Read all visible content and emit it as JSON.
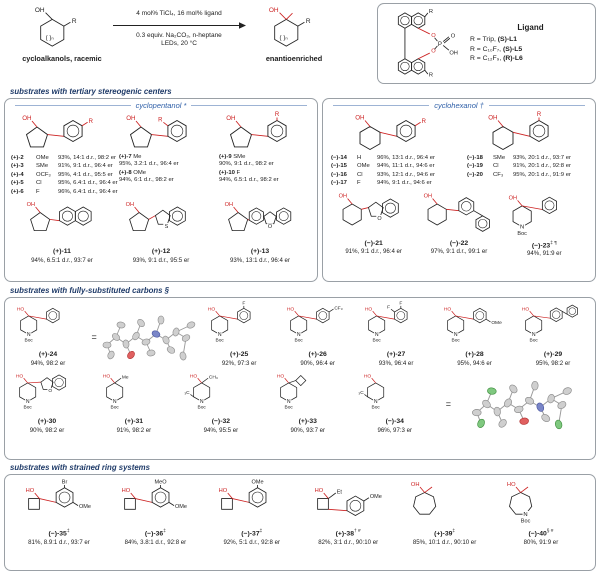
{
  "scheme": {
    "substrate_caption": "cycloalkanols, racemic",
    "product_caption": "enantioenriched",
    "conditions_above": "4 mol% TiCl₄, 16 mol% ligand",
    "conditions_below_1": "0.3 equiv. Na₂CO₃, n-heptane",
    "conditions_below_2": "LEDs, 20 °C",
    "substrate_labels": {
      "oh": "OH",
      "r": "R",
      "n": "( )ₙ"
    },
    "product_labels": {
      "oh": "OH",
      "r": "R",
      "n": "( )ₙ"
    },
    "ligand": {
      "title": "Ligand",
      "atom_labels": {
        "o1": "O",
        "o2": "O",
        "p": "P",
        "dbo": "O",
        "oh": "OH",
        "r_top": "R",
        "r_bottom": "R"
      },
      "entries": [
        {
          "pre": "R = Trip,",
          "name": "(S)-L1"
        },
        {
          "pre": "R = C₁₀F₇,",
          "name": "(S)-L5"
        },
        {
          "pre": "R = C₁₂F₉,",
          "name": "(R)-L6"
        }
      ]
    }
  },
  "section1": {
    "title": "substrates with tertiary stereogenic centers",
    "box_a": {
      "header": "cyclopentanol *",
      "group1": {
        "mol": {
          "ring": 5,
          "oh": "OH",
          "aryl": {
            "subs": [
              {
                "t": "R",
                "p": "r",
                "red": true
              }
            ]
          }
        },
        "entries": [
          {
            "label": "(+)-2",
            "sub": "OMe",
            "result": "93%, 14:1 d.r., 98:2 er"
          },
          {
            "label": "(+)-3",
            "sub": "SMe",
            "result": "91%, 9:1 d.r., 96:4 er"
          },
          {
            "label": "(+)-4",
            "sub": "OCF₃",
            "result": "95%, 4:1 d.r., 95:5 er"
          },
          {
            "label": "(+)-5",
            "sub": "Cl",
            "result": "95%, 6.4:1 d.r., 96:4 er"
          },
          {
            "label": "(+)-6",
            "sub": "F",
            "result": "96%, 6.4:1 d.r., 96:4 er"
          }
        ]
      },
      "group2": {
        "mol": {
          "ring": 5,
          "oh": "OH",
          "aryl": {
            "subs": [
              {
                "t": "R",
                "p": "tl",
                "red": true
              }
            ]
          }
        },
        "entries": [
          {
            "label": "(+)-7",
            "sub": "Me",
            "result": "95%, 3.2:1 d.r., 96:4 er"
          },
          {
            "label": "(+)-8",
            "sub": "OMe",
            "result": "94%, 6:1 d.r., 98:2 er"
          }
        ]
      },
      "group3": {
        "mol": {
          "ring": 5,
          "oh": "OH",
          "aryl": {
            "subs": [
              {
                "t": "R",
                "p": "t",
                "red": true
              }
            ]
          }
        },
        "entries": [
          {
            "label": "(+)-9",
            "sub": "SMe",
            "result": "90%, 9:1 d.r., 98:2 er"
          },
          {
            "label": "(+)-10",
            "sub": "F",
            "result": "94%, 6.5:1 d.r., 98:2 er"
          }
        ]
      },
      "row2": [
        {
          "label": "(+)-11",
          "result": "94%, 6.5:1 d.r., 93:7 er",
          "mol": {
            "ring": 5,
            "oh": "OH",
            "fused": "naph"
          }
        },
        {
          "label": "(+)-12",
          "result": "93%, 9:1 d.r., 95:5 er",
          "mol": {
            "ring": 5,
            "oh": "OH",
            "fused": "bthio"
          }
        },
        {
          "label": "(+)-13",
          "result": "93%, 13:1 d.r., 96:4 er",
          "mol": {
            "ring": 5,
            "oh": "OH",
            "fused": "dbf"
          }
        }
      ]
    },
    "box_b": {
      "header": "cyclohexanol †",
      "group1": {
        "mol": {
          "ring": 6,
          "oh": "OH",
          "aryl": {
            "subs": [
              {
                "t": "R",
                "p": "r",
                "red": true
              }
            ]
          }
        },
        "entries": [
          {
            "label": "(−)-14",
            "sub": "H",
            "result": "96%, 13:1 d.r., 96:4 er"
          },
          {
            "label": "(−)-15",
            "sub": "OMe",
            "result": "94%, 11:1 d.r., 94:6 er"
          },
          {
            "label": "(−)-16",
            "sub": "Cl",
            "result": "93%, 12:1 d.r., 94:6 er"
          },
          {
            "label": "(−)-17",
            "sub": "F",
            "result": "94%, 9:1 d.r., 94:6 er"
          }
        ]
      },
      "group2": {
        "mol": {
          "ring": 6,
          "oh": "OH",
          "aryl": {
            "subs": [
              {
                "t": "R",
                "p": "t",
                "red": true
              }
            ]
          }
        },
        "entries": [
          {
            "label": "(−)-18",
            "sub": "SMe",
            "result": "93%, 20:1 d.r., 93:7 er"
          },
          {
            "label": "(−)-19",
            "sub": "Cl",
            "result": "91%, 20:1 d.r., 92:8 er"
          },
          {
            "label": "(−)-20",
            "sub": "CF₃",
            "result": "95%, 20:1 d.r., 91:9 er"
          }
        ]
      },
      "row2": [
        {
          "label": "(−)-21",
          "result": "91%, 9:1 d.r., 96:4 er",
          "mol": {
            "ring": 6,
            "oh": "OH",
            "fused": "bfur"
          }
        },
        {
          "label": "(−)-22",
          "result": "97%, 9:1 d.r., 99:1 er",
          "mol": {
            "ring": 6,
            "oh": "OH",
            "fused": "biph2"
          }
        },
        {
          "label": "(−)-23",
          "sup": "‡ ¶",
          "result": "94%, 91:9 er",
          "mol": {
            "ring": 6,
            "oh": "OH",
            "tert": true,
            "aryl": {
              "subs": []
            },
            "N": "Boc"
          }
        }
      ]
    }
  },
  "section2": {
    "title": "substrates with fully-substituted carbons §",
    "equals": "=",
    "row1": [
      {
        "label": "(+)-24",
        "result": "94%, 98:2 er",
        "mol": {
          "ring": 6,
          "oh": "HO",
          "tert": true,
          "aryl": {
            "subs": []
          },
          "N": "Boc"
        }
      },
      {
        "label": "(+)-25",
        "result": "92%, 97:3 er",
        "mol": {
          "ring": 6,
          "oh": "HO",
          "tert": true,
          "aryl": {
            "subs": [
              {
                "t": "F",
                "p": "t"
              }
            ]
          },
          "N": "Boc"
        }
      },
      {
        "label": "(+)-26",
        "result": "90%, 96:4 er",
        "mol": {
          "ring": 6,
          "oh": "HO",
          "tert": true,
          "aryl": {
            "subs": [
              {
                "t": "CF₃",
                "p": "r"
              }
            ]
          },
          "N": "Boc"
        }
      },
      {
        "label": "(+)-27",
        "result": "93%, 96:4 er",
        "mol": {
          "ring": 6,
          "oh": "HO",
          "tert": true,
          "aryl": {
            "subs": [
              {
                "t": "F",
                "p": "t"
              },
              {
                "t": "F",
                "p": "tl"
              }
            ]
          },
          "N": "Boc"
        }
      },
      {
        "label": "(+)-28",
        "result": "95%, 94:6 er",
        "mol": {
          "ring": 6,
          "oh": "HO",
          "tert": true,
          "aryl": {
            "subs": [
              {
                "t": "OMe",
                "p": "rb"
              }
            ]
          },
          "N": "Boc"
        }
      },
      {
        "label": "(+)-29",
        "result": "95%, 98:2 er",
        "mol": {
          "ring": 6,
          "oh": "HO",
          "tert": true,
          "fused": "biph",
          "N": "Boc"
        }
      }
    ],
    "row2": [
      {
        "label": "(+)-30",
        "result": "90%, 98:2 er",
        "mol": {
          "ring": 6,
          "oh": "HO",
          "tert": true,
          "fused": "bfurT",
          "N": "Boc"
        }
      },
      {
        "label": "(+)-31",
        "result": "91%, 98:2 er",
        "mol": {
          "ring": 6,
          "oh": "HO",
          "tert": true,
          "me": "Me",
          "N": "Boc"
        }
      },
      {
        "label": "(−)-32",
        "result": "94%, 95:5 er",
        "mol": {
          "ring": 6,
          "oh": "HO",
          "tert": true,
          "me": "CH₃",
          "left": "H₃C",
          "N": "Boc"
        }
      },
      {
        "label": "(+)-33",
        "result": "90%, 93:7 er",
        "mol": {
          "ring": 6,
          "oh": "HO",
          "tert": true,
          "spiro": true,
          "N": "Boc"
        }
      },
      {
        "label": "(−)-34",
        "result": "96%, 97:3 er",
        "mol": {
          "ring": 6,
          "oh": "HO",
          "tert": true,
          "left": "F₃C",
          "N": "Boc"
        }
      }
    ]
  },
  "section3": {
    "title": "substrates with strained ring systems",
    "row": [
      {
        "label": "(−)-35",
        "sup": "‡",
        "result": "81%, 8.9:1 d.r., 93:7 er",
        "mol": {
          "ring": 4,
          "oh": "HO",
          "aryl": {
            "subs": [
              {
                "t": "Br",
                "p": "t"
              },
              {
                "t": "OMe",
                "p": "rb"
              }
            ]
          }
        }
      },
      {
        "label": "(−)-36",
        "sup": "‡",
        "result": "84%, 3.8:1 d.r., 92:8 er",
        "mol": {
          "ring": 4,
          "oh": "HO",
          "aryl": {
            "subs": [
              {
                "t": "MeO",
                "p": "t"
              },
              {
                "t": "OMe",
                "p": "rb"
              }
            ]
          }
        }
      },
      {
        "label": "(−)-37",
        "sup": "‡",
        "result": "92%, 5:1 d.r., 92:8 er",
        "mol": {
          "ring": 4,
          "oh": "HO",
          "aryl": {
            "subs": [
              {
                "t": "OMe",
                "p": "t"
              }
            ]
          }
        }
      },
      {
        "label": "(+)-38",
        "sup": "† #",
        "result": "82%, 3:1 d.r., 90:10 er",
        "mol": {
          "ring": 4,
          "oh": "HO",
          "me": "Et",
          "low": true,
          "aryl": {
            "subs": [
              {
                "t": "OMe",
                "p": "r"
              }
            ]
          }
        }
      },
      {
        "label": "(+)-39",
        "sup": "‡",
        "result": "85%, 10:1 d.r., 90:10 er",
        "mol": {
          "ring": 7,
          "oh": "OH",
          "wedge": true
        }
      },
      {
        "label": "(−)-40",
        "sup": "§ #",
        "result": "80%, 91:9 er",
        "mol": {
          "ring": 7,
          "oh": "HO",
          "wedge": true,
          "N": "Boc"
        }
      }
    ]
  }
}
